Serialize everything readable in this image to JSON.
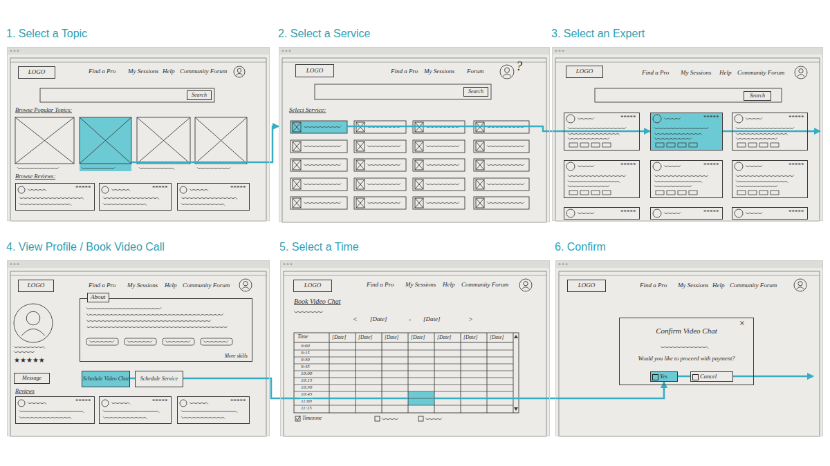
{
  "diagram": {
    "nodes": [
      {
        "text": [
          "1. Select a Topic"
        ]
      },
      {
        "text": [
          "LOGO"
        ],
        "in": 0
      },
      {
        "text": [
          "Search"
        ],
        "in": 0
      },
      {
        "text": [
          "*****"
        ],
        "in": 0
      },
      {
        "text": [
          "*****"
        ],
        "in": 0
      },
      {
        "text": [
          "*****"
        ],
        "in": 0
      },
      {
        "text": [
          "2. Select a Service"
        ]
      },
      {
        "text": [
          "LOGO"
        ],
        "in": 6
      },
      {
        "text": [
          "Search"
        ],
        "in": 6
      },
      {
        "text": [
          "3. Select an Expert"
        ]
      },
      {
        "text": [
          "LOGO"
        ],
        "in": 9
      },
      {
        "text": [
          "Search"
        ],
        "in": 9
      },
      {
        "text": [
          "*****"
        ],
        "in": 9
      },
      {
        "text": [
          "*****"
        ],
        "in": 9
      },
      {
        "text": [
          "*****"
        ],
        "in": 9
      },
      {
        "text": [
          "*****"
        ],
        "in": 9
      },
      {
        "text": [
          "*****"
        ],
        "in": 9
      },
      {
        "text": [
          "*****"
        ],
        "in": 9
      },
      {
        "text": [
          "*****"
        ],
        "in": 9
      },
      {
        "text": [
          "*****"
        ],
        "in": 9
      },
      {
        "text": [
          "*****"
        ],
        "in": 9
      },
      {
        "text": [
          "4. View Profile / Book Video Call"
        ]
      },
      {
        "text": [
          "LOGO"
        ],
        "in": 21
      },
      {
        "text": [
          "About",
          "More skills"
        ],
        "in": 21
      },
      {
        "text": [
          "Message"
        ],
        "in": 21
      },
      {
        "text": [
          "Schedule Video Chat"
        ],
        "in": 21
      },
      {
        "text": [
          "Schedule Service"
        ],
        "in": 21
      },
      {
        "text": [
          "*****"
        ],
        "in": 21
      },
      {
        "text": [
          "*****"
        ],
        "in": 21
      },
      {
        "text": [
          "*****"
        ],
        "in": 21
      },
      {
        "text": [
          "5. Select a Time"
        ]
      },
      {
        "text": [
          "LOGO"
        ],
        "in": 30
      },
      {
        "text": [
          "6. Confirm"
        ]
      },
      {
        "text": [
          "LOGO"
        ],
        "in": 32
      },
      {
        "text": [
          "Confirm Video Chat",
          "Would you like to proceed with payment?"
        ],
        "in": 32
      },
      {
        "text": [
          "Yes"
        ],
        "in": 34
      },
      {
        "text": [
          "Cancel"
        ],
        "in": 34
      }
    ],
    "edges": [
      {
        "from": 0,
        "to": 6,
        "arrow": "to"
      },
      {
        "from": 6,
        "to": 13,
        "arrow": "to"
      },
      {
        "from": 25,
        "to": 30,
        "arrow": "none"
      },
      {
        "from": 30,
        "to": 35,
        "arrow": "to"
      }
    ],
    "labels": [
      "Find a Pro",
      "My Sessions",
      "Help",
      "Community Forum",
      "Browse Popular Topics:",
      "Browse Reviews:",
      "Find a Pro",
      "My Sessions",
      "Forum",
      "?",
      "Select Service:",
      "Find a Pro",
      "My Sessions",
      "Help",
      "Community Forum",
      "Find a Pro",
      "My Sessions",
      "Help",
      "Community Forum",
      "★★★★★",
      "Reviews",
      "Find a Pro",
      "My Sessions",
      "Help",
      "Community Forum",
      "Book Video Chat",
      "<",
      "[Date]",
      "-",
      "[Date]",
      ">",
      "Time",
      "[Date]",
      "[Date]",
      "[Date]",
      "[Date]",
      "[Date]",
      "[Date]",
      "[Date]",
      "9:00",
      "9:15",
      "9:30",
      "9:45",
      "10:00",
      "10:15",
      "10:30",
      "10:45",
      "11:00",
      "11:15",
      "Timezone",
      "Find a Pro",
      "My Sessions",
      "Help",
      "Community Forum",
      "×"
    ]
  }
}
